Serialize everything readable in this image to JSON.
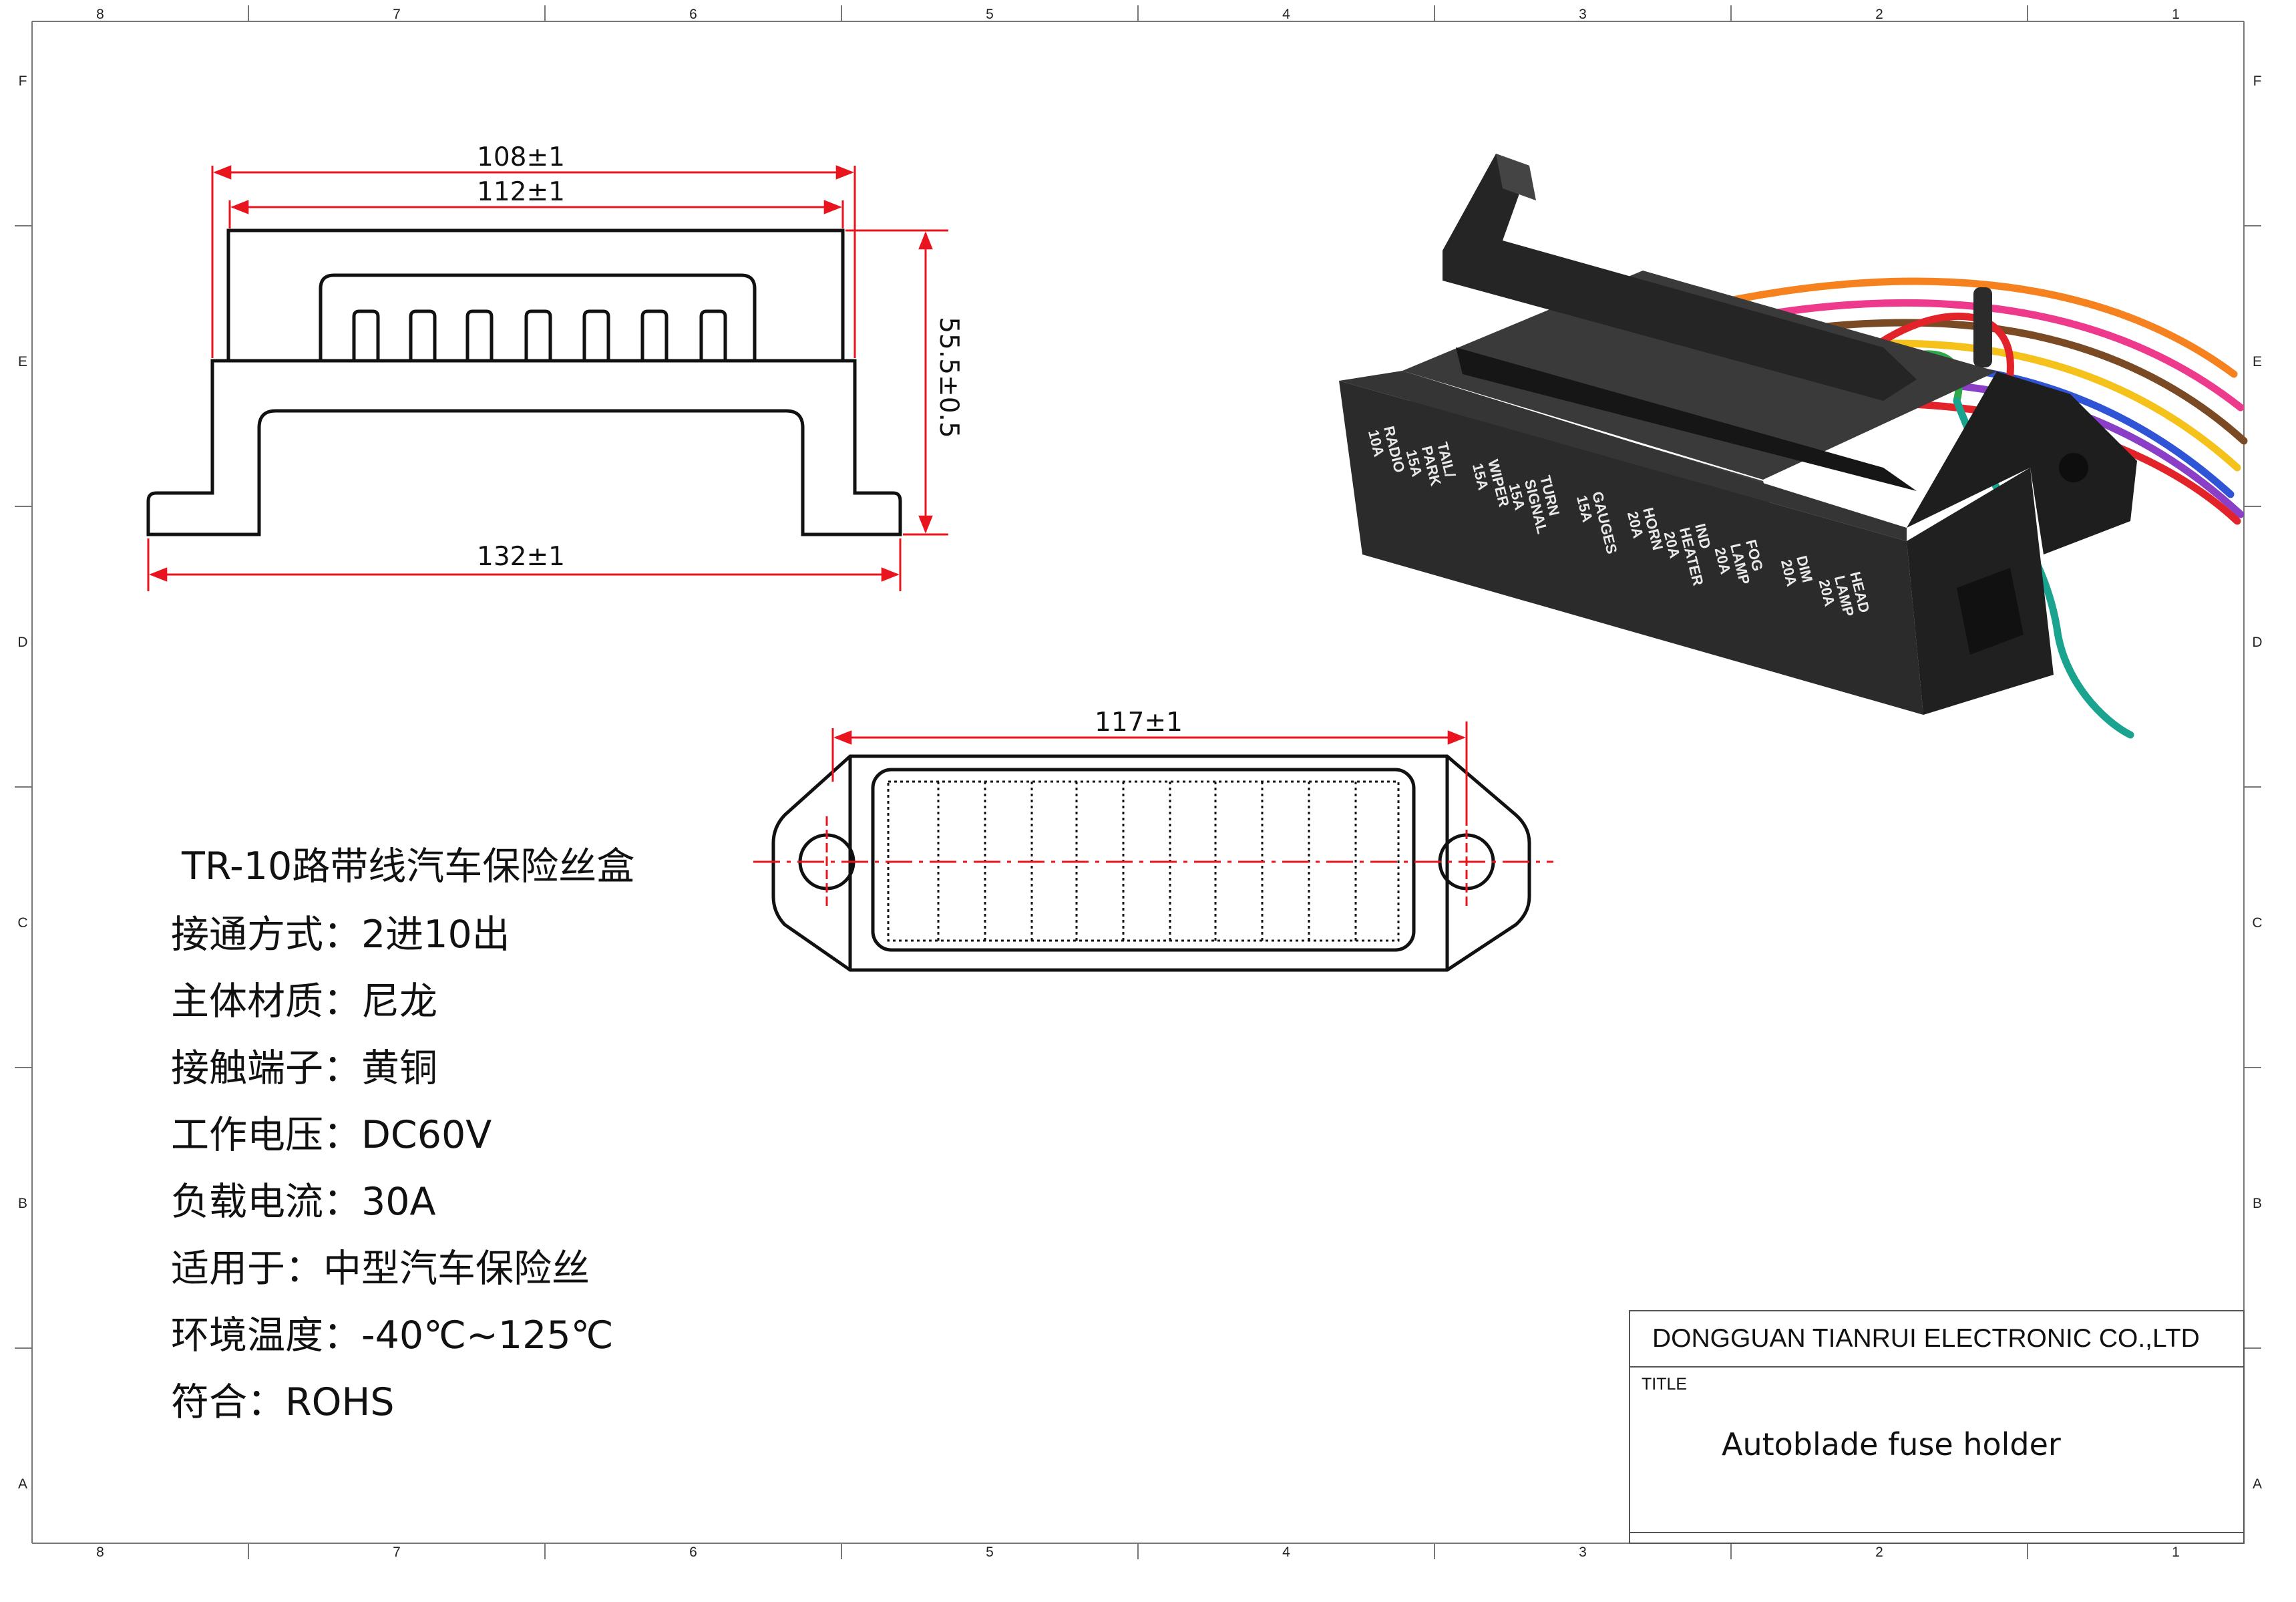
{
  "zones": {
    "columns": [
      "8",
      "7",
      "6",
      "5",
      "4",
      "3",
      "2",
      "1"
    ],
    "rows": [
      "F",
      "E",
      "D",
      "C",
      "B",
      "A"
    ]
  },
  "dimensions": {
    "width_108": "108±1",
    "width_112": "112±1",
    "height_55": "55.5±0.5",
    "width_132": "132±1",
    "width_117": "117±1"
  },
  "specs": [
    "TR-10路带线汽车保险丝盒",
    "接通方式：2进10出",
    "主体材质：尼龙",
    "接触端子：黄铜",
    "工作电压：DC60V",
    "负载电流：30A",
    "适用于：中型汽车保险丝",
    "环境温度：-40℃~125℃",
    "符合：ROHS"
  ],
  "photo_labels": [
    [
      "RADIO",
      "10A"
    ],
    [
      "TAIL/",
      "PARK",
      "15A"
    ],
    [
      "WIPER",
      "15A"
    ],
    [
      "TURN",
      "SIGNAL",
      "15A"
    ],
    [
      "GAUGES",
      "15A"
    ],
    [
      "HORN",
      "20A"
    ],
    [
      "IND",
      "HEATER",
      "20A"
    ],
    [
      "FOG",
      "LAMP",
      "20A"
    ],
    [
      "DIM",
      "20A"
    ],
    [
      "HEAD",
      "LAMP",
      "20A"
    ]
  ],
  "title_block": {
    "company": "DONGGUAN TIANRUI ELECTRONIC CO.,LTD",
    "title_label": "TITLE",
    "title": "Autoblade fuse holder"
  },
  "colors": {
    "dimension_red": "#e8141e",
    "line_black": "#111111",
    "housing": "#2b2b2b"
  }
}
